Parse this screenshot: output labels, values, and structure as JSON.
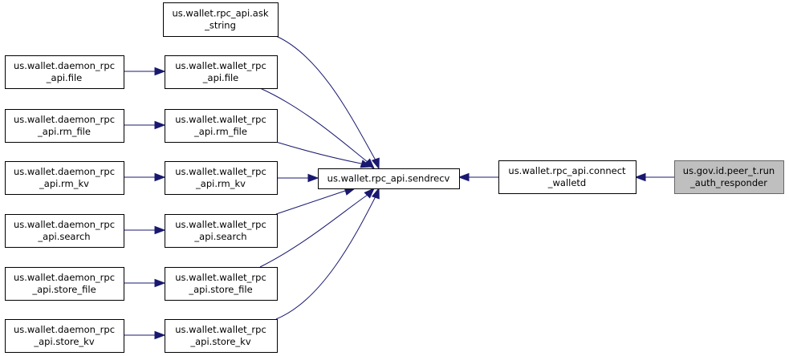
{
  "nodes": [
    {
      "id": "run_auth",
      "lines": [
        "us.gov.id.peer_t.run",
        "_auth_responder"
      ],
      "focus": true
    },
    {
      "id": "connect_walletd",
      "lines": [
        "us.wallet.rpc_api.connect",
        "_walletd"
      ]
    },
    {
      "id": "sendrecv",
      "lines": [
        "us.wallet.rpc_api.sendrecv"
      ]
    },
    {
      "id": "ask_string",
      "lines": [
        "us.wallet.rpc_api.ask",
        "_string"
      ]
    },
    {
      "id": "w_file",
      "lines": [
        "us.wallet.wallet_rpc",
        "_api.file"
      ]
    },
    {
      "id": "w_rm_file",
      "lines": [
        "us.wallet.wallet_rpc",
        "_api.rm_file"
      ]
    },
    {
      "id": "w_rm_kv",
      "lines": [
        "us.wallet.wallet_rpc",
        "_api.rm_kv"
      ]
    },
    {
      "id": "w_search",
      "lines": [
        "us.wallet.wallet_rpc",
        "_api.search"
      ]
    },
    {
      "id": "w_store_file",
      "lines": [
        "us.wallet.wallet_rpc",
        "_api.store_file"
      ]
    },
    {
      "id": "w_store_kv",
      "lines": [
        "us.wallet.wallet_rpc",
        "_api.store_kv"
      ]
    },
    {
      "id": "d_file",
      "lines": [
        "us.wallet.daemon_rpc",
        "_api.file"
      ]
    },
    {
      "id": "d_rm_file",
      "lines": [
        "us.wallet.daemon_rpc",
        "_api.rm_file"
      ]
    },
    {
      "id": "d_rm_kv",
      "lines": [
        "us.wallet.daemon_rpc",
        "_api.rm_kv"
      ]
    },
    {
      "id": "d_search",
      "lines": [
        "us.wallet.daemon_rpc",
        "_api.search"
      ]
    },
    {
      "id": "d_store_file",
      "lines": [
        "us.wallet.daemon_rpc",
        "_api.store_file"
      ]
    },
    {
      "id": "d_store_kv",
      "lines": [
        "us.wallet.daemon_rpc",
        "_api.store_kv"
      ]
    }
  ],
  "edges": [
    {
      "from": "connect_walletd",
      "to": "run_auth"
    },
    {
      "from": "sendrecv",
      "to": "connect_walletd"
    },
    {
      "from": "ask_string",
      "to": "sendrecv"
    },
    {
      "from": "w_file",
      "to": "sendrecv"
    },
    {
      "from": "w_rm_file",
      "to": "sendrecv"
    },
    {
      "from": "w_rm_kv",
      "to": "sendrecv"
    },
    {
      "from": "w_search",
      "to": "sendrecv"
    },
    {
      "from": "w_store_file",
      "to": "sendrecv"
    },
    {
      "from": "w_store_kv",
      "to": "sendrecv"
    },
    {
      "from": "d_file",
      "to": "w_file"
    },
    {
      "from": "d_rm_file",
      "to": "w_rm_file"
    },
    {
      "from": "d_rm_kv",
      "to": "w_rm_kv"
    },
    {
      "from": "d_search",
      "to": "w_search"
    },
    {
      "from": "d_store_file",
      "to": "w_store_file"
    },
    {
      "from": "d_store_kv",
      "to": "w_store_kv"
    }
  ],
  "colors": {
    "edge": "#191970",
    "focus_fill": "#bfbfbf",
    "focus_stroke": "#666666",
    "box_fill": "#ffffff",
    "box_stroke": "#000000"
  }
}
